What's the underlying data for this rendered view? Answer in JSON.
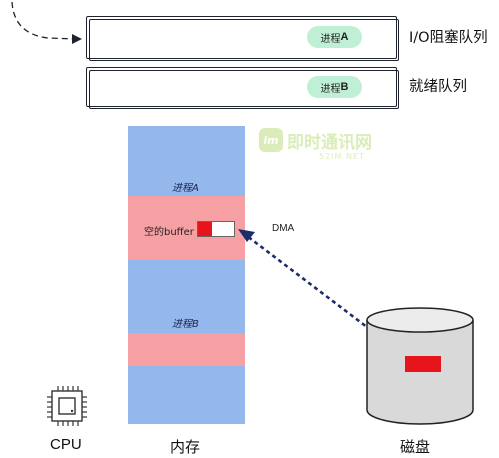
{
  "io_queue": {
    "label": "I/O阻塞队列",
    "process_prefix": "进程",
    "process_suffix": "A"
  },
  "ready_queue": {
    "label": "就绪队列",
    "process_prefix": "进程",
    "process_suffix": "B"
  },
  "memory": {
    "process_a_label": "进程A",
    "empty_buffer_label": "空的buffer",
    "process_b_label": "进程B",
    "caption": "内存"
  },
  "dma_label": "DMA",
  "cpu_caption": "CPU",
  "disk_caption": "磁盘",
  "watermark": {
    "text": "即时通讯网",
    "subtext": "52IM.NET",
    "logo": "im"
  },
  "colors": {
    "memory": "#94b8ec",
    "memory_band": "#f7a0a4",
    "queue_pill": "#bff0d6",
    "data_block": "#e8141c",
    "arrow": "#1d2d6b"
  }
}
